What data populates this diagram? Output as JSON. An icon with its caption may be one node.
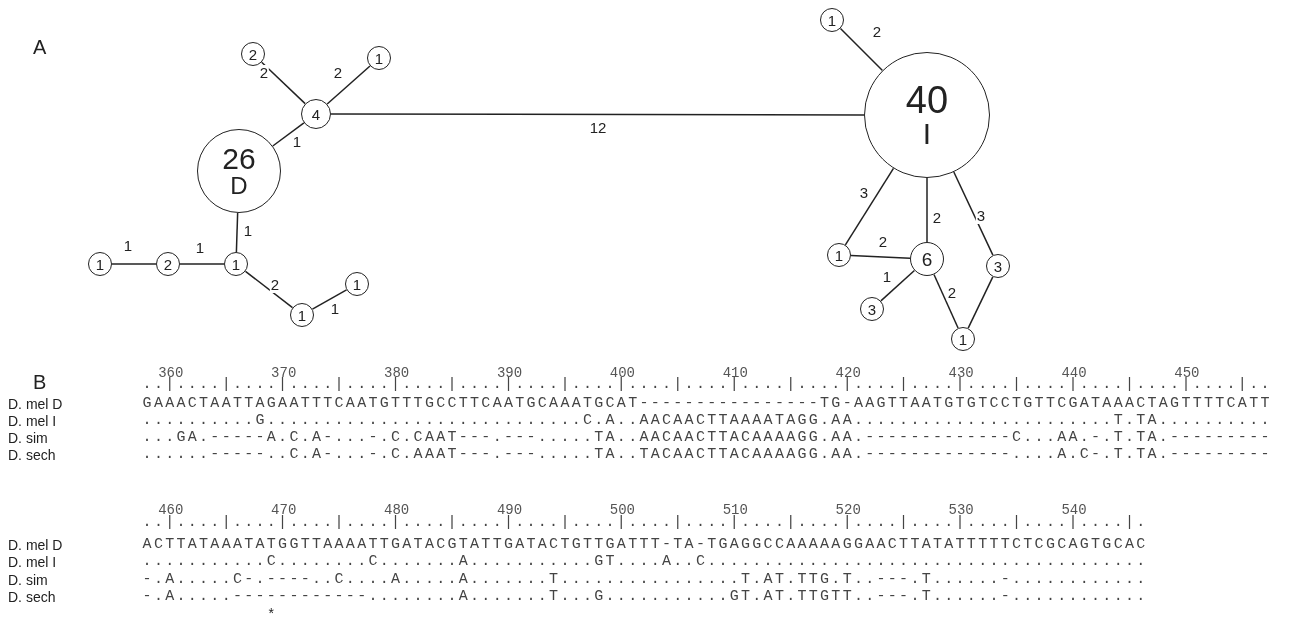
{
  "diagram": {
    "nodes": [
      {
        "text": [
          "2"
        ]
      },
      {
        "text": [
          "1"
        ]
      },
      {
        "text": [
          "4"
        ]
      },
      {
        "text": [
          "26",
          "D"
        ]
      },
      {
        "text": [
          "1"
        ]
      },
      {
        "text": [
          "2"
        ]
      },
      {
        "text": [
          "1"
        ]
      },
      {
        "text": [
          "1"
        ]
      },
      {
        "text": [
          "1"
        ]
      },
      {
        "text": [
          "1"
        ]
      },
      {
        "text": [
          "40",
          "I"
        ]
      },
      {
        "text": [
          "1"
        ]
      },
      {
        "text": [
          "6"
        ]
      },
      {
        "text": [
          "3"
        ]
      },
      {
        "text": [
          "3"
        ]
      },
      {
        "text": [
          "1"
        ]
      }
    ],
    "edges": [
      {
        "from": 0,
        "to": 2,
        "arrow": "none",
        "label": "2"
      },
      {
        "from": 1,
        "to": 2,
        "arrow": "none",
        "label": "2"
      },
      {
        "from": 2,
        "to": 3,
        "arrow": "none",
        "label": "1"
      },
      {
        "from": 2,
        "to": 10,
        "arrow": "none",
        "label": "12"
      },
      {
        "from": 3,
        "to": 6,
        "arrow": "none",
        "label": "1"
      },
      {
        "from": 4,
        "to": 5,
        "arrow": "none",
        "label": "1"
      },
      {
        "from": 5,
        "to": 6,
        "arrow": "none",
        "label": "1"
      },
      {
        "from": 6,
        "to": 7,
        "arrow": "none",
        "label": "2"
      },
      {
        "from": 7,
        "to": 8,
        "arrow": "none",
        "label": "1"
      },
      {
        "from": 9,
        "to": 10,
        "arrow": "none",
        "label": "2"
      },
      {
        "from": 10,
        "to": 11,
        "arrow": "none",
        "label": "3"
      },
      {
        "from": 10,
        "to": 12,
        "arrow": "none",
        "label": "2"
      },
      {
        "from": 10,
        "to": 13,
        "arrow": "none",
        "label": "3"
      },
      {
        "from": 11,
        "to": 12,
        "arrow": "none",
        "label": "2"
      },
      {
        "from": 12,
        "to": 14,
        "arrow": "none",
        "label": "1"
      },
      {
        "from": 12,
        "to": 15,
        "arrow": "none",
        "label": "2"
      },
      {
        "from": 13,
        "to": 15,
        "arrow": "none"
      }
    ],
    "labels": [
      "A",
      "B",
      "360",
      "370",
      "380",
      "390",
      "400",
      "410",
      "420",
      "430",
      "440",
      "450",
      "..|....|....|....|....|....|....|....|....|....|....|....|....|....|....|....|....|....|....|....|..",
      "D. mel D",
      "GAAACTAATTAGAATTTCAATGTTTGCCTTCAATGCAAATGCAT----------------TG-AAGTTAATGTGTCCTGTTCGATAAACTAGTTTTCATT",
      "D. mel I",
      "..........G............................C.A..AACAACTTAAAATAGG.AA.......................T.TA..........",
      "D. sim",
      "...GA.-----A.C.A-...-.C.CAAT---.---.....TA..AACAACTTACAAAAGG.AA.-------------C...AA.-.T.TA.---------",
      "D. sech",
      "......-----..C.A-...-.C.AAAT---.---.....TA..TACAACTTACAAAAGG.AA.-------------....A.C-.T.TA.---------",
      "460",
      "470",
      "480",
      "490",
      "500",
      "510",
      "520",
      "530",
      "540",
      "..|....|....|....|....|....|....|....|....|....|....|....|....|....|....|....|....|....|.",
      "D. mel D",
      "ACTTATAAATATGGTTAAAATTGATACGTATTGATACTGTTGATTT-TA-TGAGGCCAAAAAGGAACTTATATTTTTCTCGCAGTGCAC",
      "D. mel I",
      "...........C........C.......A...........GT....A..C.......................................",
      "D. sim",
      "-.A.....C-.----..C....A.....A.......T................T.AT.TTG.T..---.T......-............",
      "D. sech",
      "-.A.....------------........A.......T...G...........GT.AT.TTGTT..---.T......-............",
      "*"
    ]
  }
}
